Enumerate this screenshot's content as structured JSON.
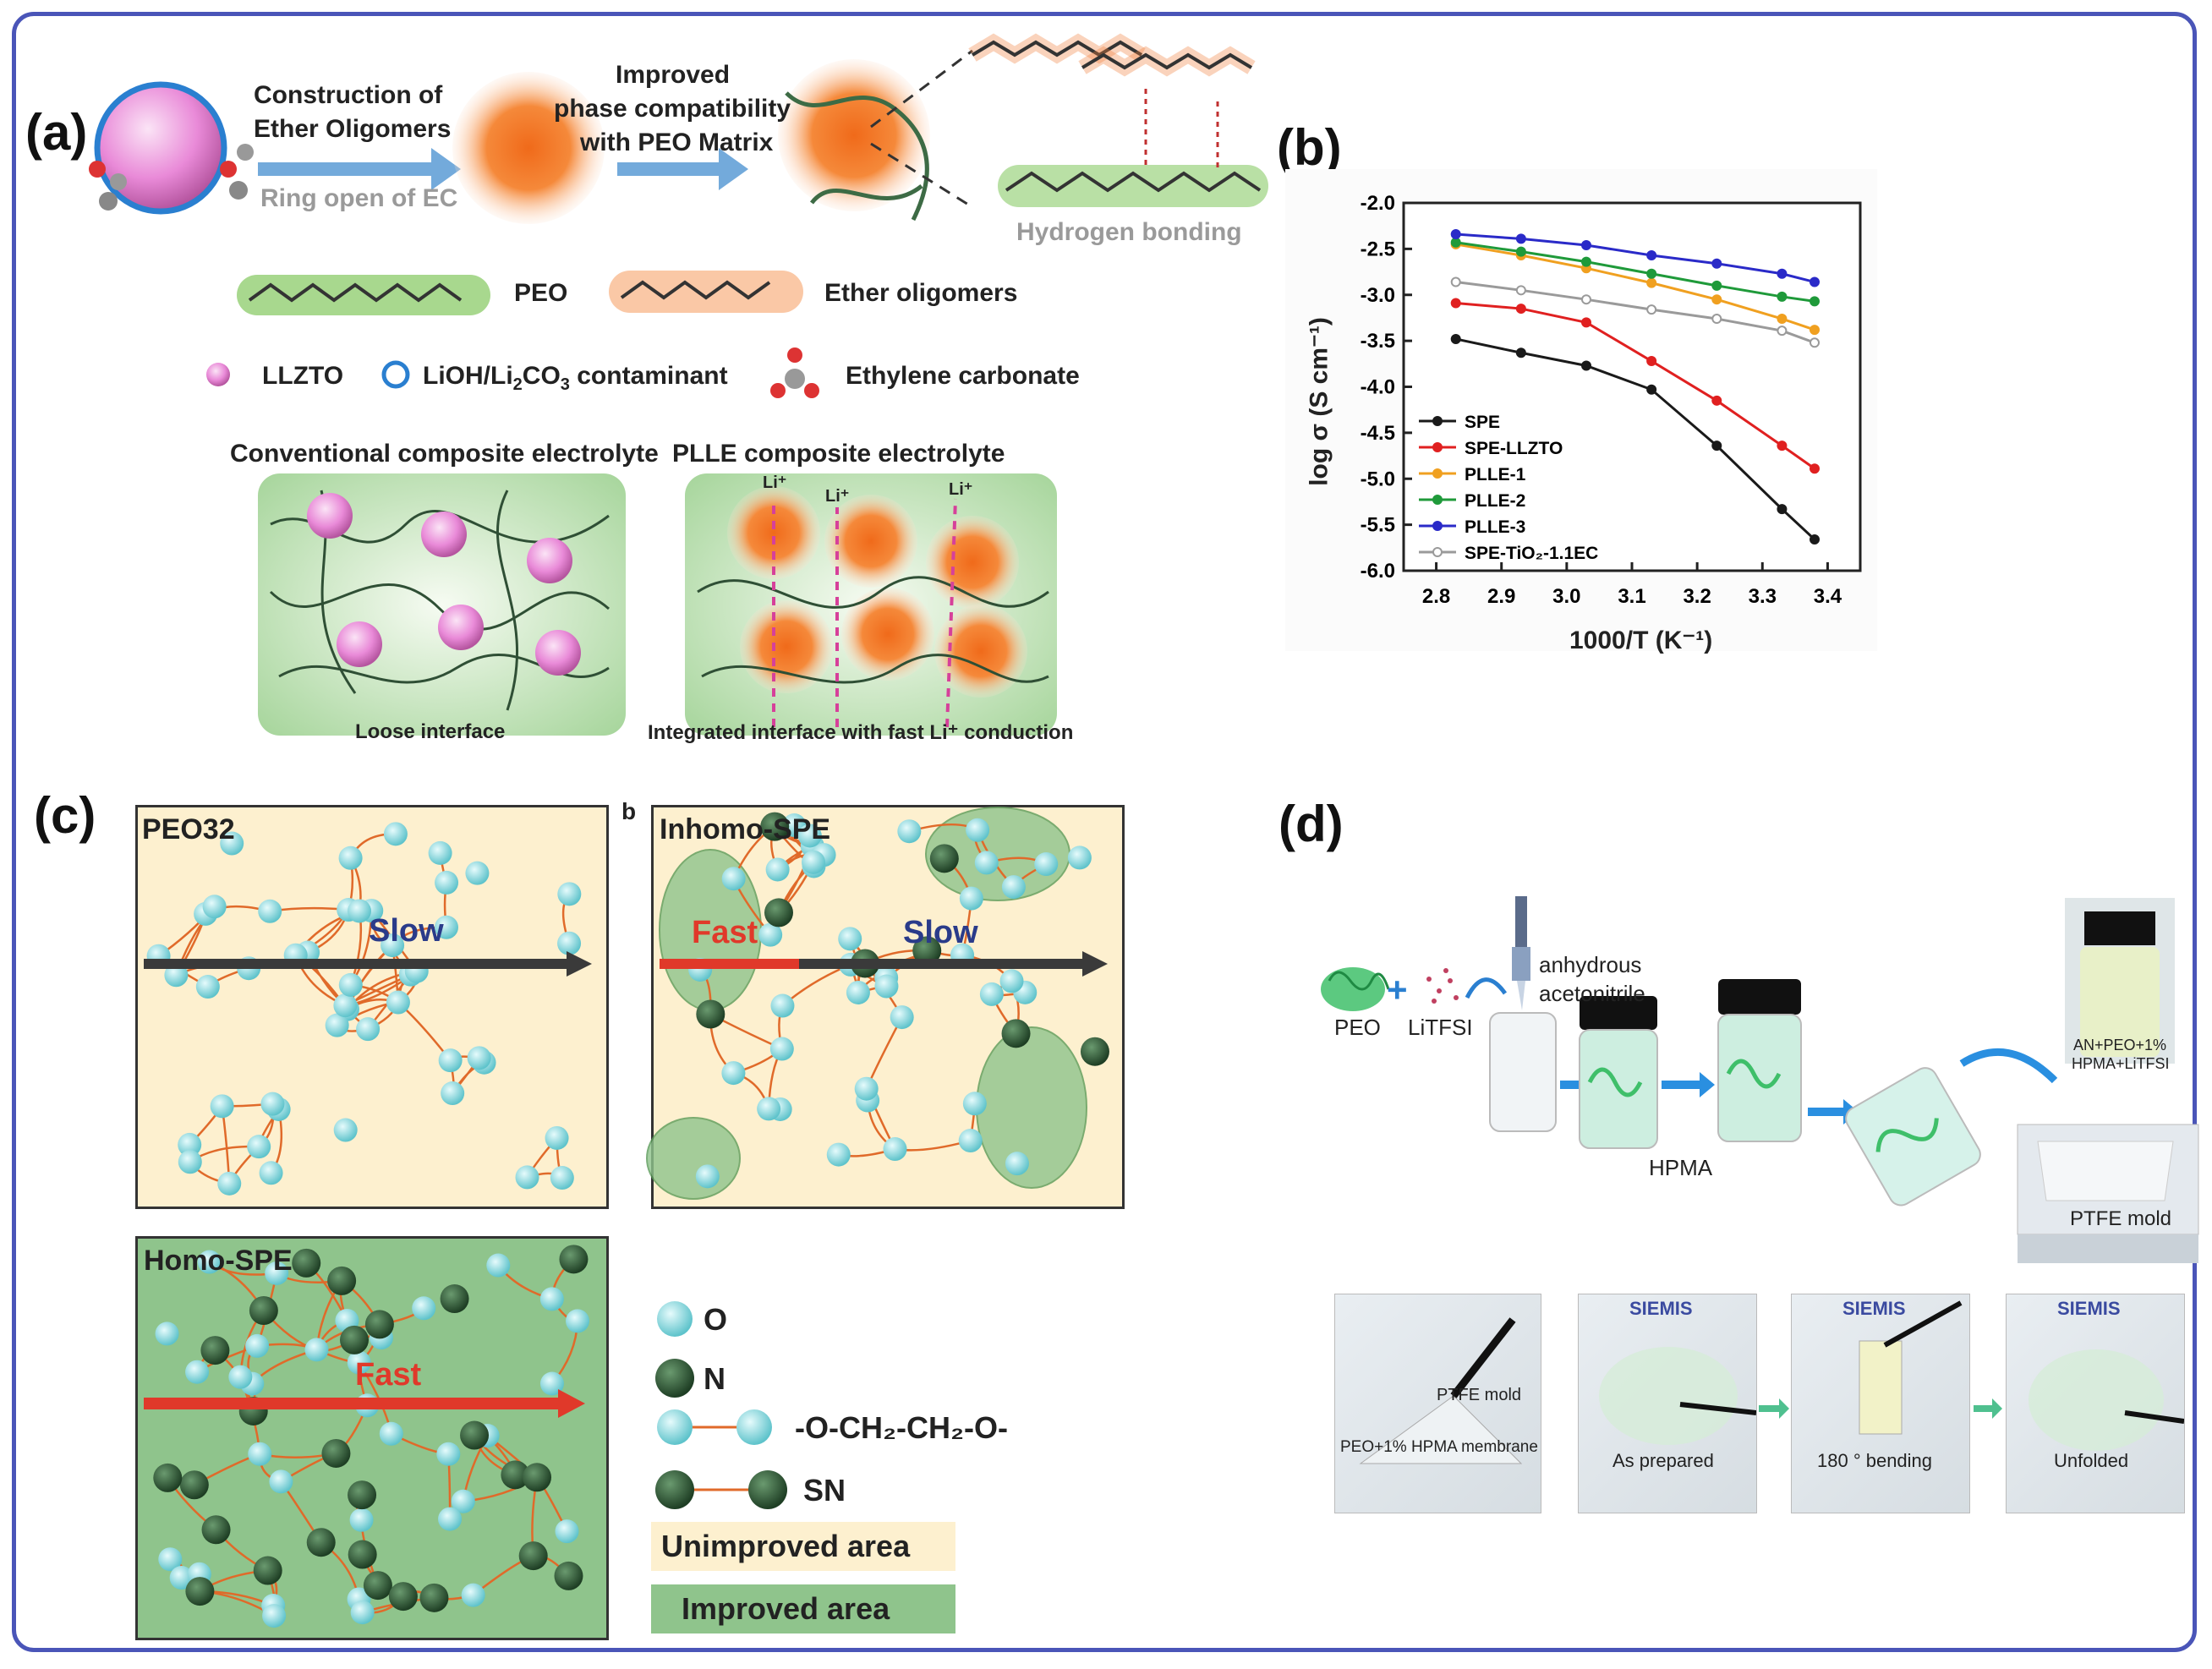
{
  "panel_labels": {
    "a": "(a)",
    "b": "(b)",
    "c": "(c)",
    "d": "(d)"
  },
  "panel_a": {
    "step1_line1": "Construction of",
    "step1_line2": "Ether Oligomers",
    "step1_sub": "Ring open of EC",
    "step2_line1": "Improved",
    "step2_line2": "phase compatibility",
    "step2_line3": "with PEO Matrix",
    "hbond_label": "Hydrogen bonding",
    "legend_peo": "PEO",
    "legend_ether": "Ether oligomers",
    "legend_llzto": "LLZTO",
    "legend_contaminant": "LiOH/Li",
    "legend_contaminant_sub1": "2",
    "legend_contaminant_mid": "CO",
    "legend_contaminant_sub2": "3",
    "legend_contaminant_end": " contaminant",
    "legend_ec": "Ethylene carbonate",
    "conv_title": "Conventional composite electrolyte",
    "plle_title": "PLLE composite electrolyte",
    "loose": "Loose interface",
    "integrated": "Integrated interface with fast Li⁺ conduction",
    "li_label": "Li⁺"
  },
  "panel_c": {
    "sub_b": "b",
    "peo32": "PEO32",
    "inhomo": "Inhomo-SPE",
    "homo": "Homo-SPE",
    "slow": "Slow",
    "fast": "Fast",
    "legend_o": "O",
    "legend_n": "N",
    "legend_chain": "-O-CH₂-CH₂-O-",
    "legend_sn": "SN",
    "unimproved": "Unimproved area",
    "improved": "Improved area"
  },
  "panel_d": {
    "peo": "PEO",
    "litfsi": "LiTFSI",
    "solvent_line1": "anhydrous",
    "solvent_line2": "acetonitrile",
    "hpma": "HPMA",
    "ptfe_mold": "PTFE mold",
    "vial_label_line1": "AN+PEO+1%",
    "vial_label_line2": "HPMA+LiTFSI",
    "photo1_a": "PTFE mold",
    "photo1_b": "PEO+1% HPMA membrane",
    "photo2": "As prepared",
    "photo3": "180 ° bending",
    "photo4": "Unfolded",
    "siemis": "SIEMIS"
  },
  "colors": {
    "frame": "#4a55b8",
    "arrow_blue": "#5b9bd5",
    "o_atom": "#7fd6dc",
    "n_atom": "#2f5a35",
    "chain": "#e06a2a",
    "unimproved_bg": "#fdf0cf",
    "improved_bg": "#8fc48c"
  },
  "chart_data": {
    "type": "line",
    "xlabel": "1000/T (K⁻¹)",
    "ylabel": "log σ (S cm⁻¹)",
    "xlim": [
      2.75,
      3.45
    ],
    "ylim": [
      -6.0,
      -2.0
    ],
    "xticks": [
      "2.8",
      "2.9",
      "3.0",
      "3.1",
      "3.2",
      "3.3",
      "3.4"
    ],
    "yticks": [
      "-2.0",
      "-2.5",
      "-3.0",
      "-3.5",
      "-4.0",
      "-4.5",
      "-5.0",
      "-5.5",
      "-6.0"
    ],
    "x": [
      2.83,
      2.93,
      3.03,
      3.13,
      3.23,
      3.33,
      3.38
    ],
    "legend_position": "bottom-left",
    "series": [
      {
        "name": "SPE",
        "color": "#1a1a1a",
        "values": [
          -3.48,
          -3.63,
          -3.77,
          -4.03,
          -4.64,
          -5.33,
          -5.66
        ]
      },
      {
        "name": "SPE-LLZTO",
        "color": "#e02020",
        "values": [
          -3.09,
          -3.15,
          -3.3,
          -3.72,
          -4.15,
          -4.64,
          -4.89
        ]
      },
      {
        "name": "PLLE-1",
        "color": "#f0a020",
        "values": [
          -2.45,
          -2.57,
          -2.71,
          -2.87,
          -3.05,
          -3.26,
          -3.38
        ]
      },
      {
        "name": "PLLE-2",
        "color": "#1f9a3a",
        "values": [
          -2.43,
          -2.53,
          -2.64,
          -2.77,
          -2.9,
          -3.02,
          -3.07
        ]
      },
      {
        "name": "PLLE-3",
        "color": "#2a2ac8",
        "values": [
          -2.34,
          -2.39,
          -2.46,
          -2.57,
          -2.66,
          -2.77,
          -2.86
        ]
      },
      {
        "name": "SPE-TiO₂-1.1EC",
        "color": "#9a9a9a",
        "values": [
          -2.86,
          -2.95,
          -3.05,
          -3.16,
          -3.26,
          -3.39,
          -3.52
        ]
      }
    ]
  }
}
